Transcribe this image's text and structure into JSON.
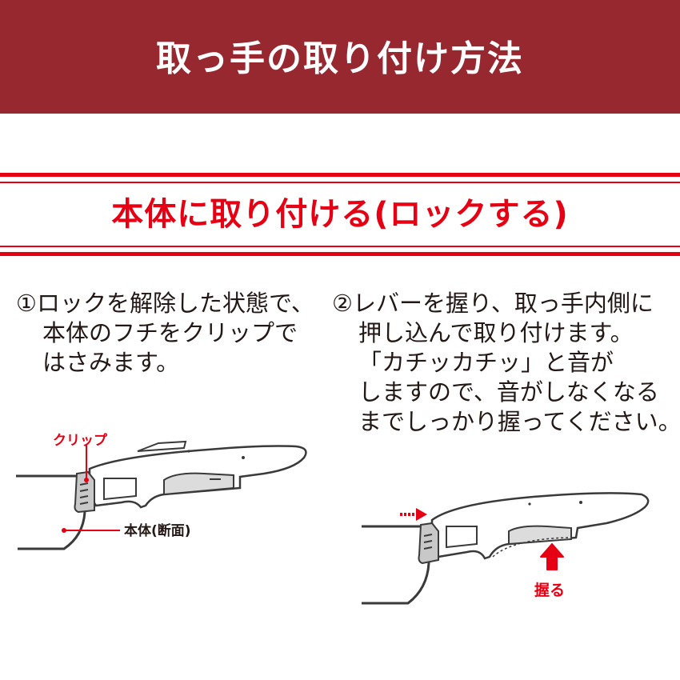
{
  "header": {
    "title": "取っ手の取り付け方法"
  },
  "section": {
    "title": "本体に取り付ける(ロックする)"
  },
  "steps": [
    {
      "lines": [
        "①ロックを解除した状態で、",
        "本体のフチをクリップで",
        "はさみます。"
      ]
    },
    {
      "lines": [
        "②レバーを握り、取っ手内側に",
        "押し込んで取り付けます。",
        "「カチッカチッ」と音が",
        "しますので、音がしなくなる",
        "までしっかり握ってください。"
      ]
    }
  ],
  "diagram1": {
    "clip_label": "クリップ",
    "body_label": "本体(断面)"
  },
  "diagram2": {
    "grip_label": "握る"
  },
  "colors": {
    "header_bg": "#982830",
    "accent": "#e60013",
    "text": "#231815"
  }
}
